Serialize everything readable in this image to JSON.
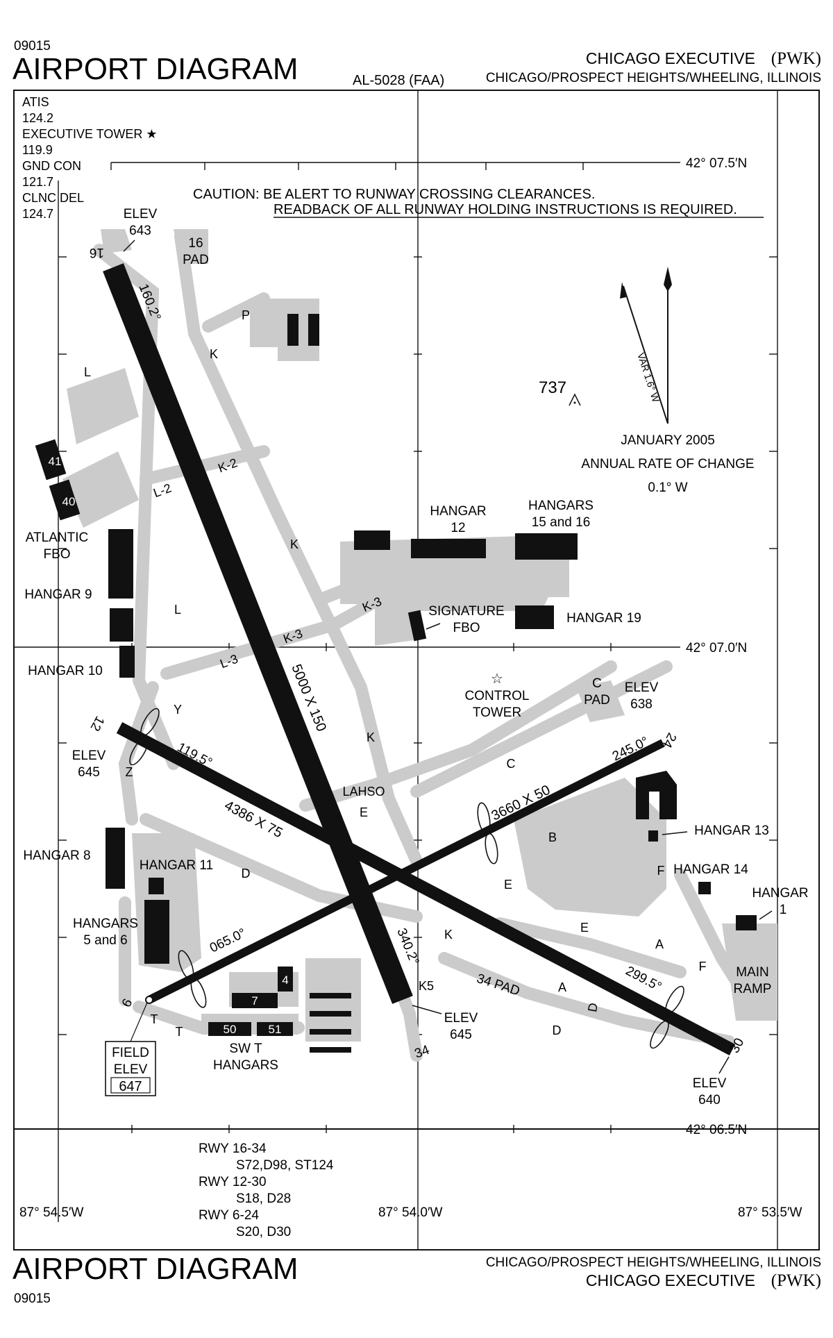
{
  "header": {
    "chart_id": "09015",
    "title": "AIRPORT DIAGRAM",
    "al_number": "AL-5028 (FAA)",
    "airport_name": "CHICAGO EXECUTIVE",
    "airport_code": "(PWK)",
    "location": "CHICAGO/PROSPECT HEIGHTS/WHEELING, ILLINOIS"
  },
  "footer": {
    "title": "AIRPORT DIAGRAM",
    "chart_id": "09015",
    "location": "CHICAGO/PROSPECT HEIGHTS/WHEELING, ILLINOIS",
    "airport_name": "CHICAGO EXECUTIVE",
    "airport_code": "(PWK)"
  },
  "frequencies": [
    {
      "name": "ATIS",
      "value": "124.2"
    },
    {
      "name": "EXECUTIVE TOWER ★",
      "value": "119.9"
    },
    {
      "name": "GND CON",
      "value": "121.7"
    },
    {
      "name": "CLNC DEL",
      "value": "124.7"
    }
  ],
  "caution": {
    "line1": "CAUTION: BE ALERT TO RUNWAY CROSSING CLEARANCES.",
    "line2": "READBACK OF ALL RUNWAY HOLDING INSTRUCTIONS IS REQUIRED."
  },
  "coordinates": {
    "lat_top": "42° 07.5′N",
    "lat_mid": "42° 07.0′N",
    "lat_bottom": "42° 06.5′N",
    "lon_left": "87° 54.5′W",
    "lon_mid": "87° 54.0′W",
    "lon_right": "87° 53.5′W"
  },
  "magvar": {
    "var": "VAR 1.6° W",
    "date": "JANUARY 2005",
    "rate_label": "ANNUAL RATE OF CHANGE",
    "rate_value": "0.1° W"
  },
  "obstacle": {
    "elev": "737"
  },
  "runways": {
    "r16_34": {
      "end_a": "16",
      "end_b": "34",
      "heading_a": "160.2°",
      "heading_b": "340.2°",
      "dims": "5000 X 150"
    },
    "r12_30": {
      "end_a": "12",
      "end_b": "30",
      "heading_a": "119.5°",
      "heading_b": "299.5°",
      "dims": "4386 X 75"
    },
    "r6_24": {
      "end_a": "6",
      "end_b": "24",
      "heading_a": "065.0°",
      "heading_b": "245.0°",
      "dims": "3660 X 50"
    }
  },
  "elevations": {
    "e16_label": "ELEV",
    "e16_value": "643",
    "e12_label": "ELEV",
    "e12_value": "645",
    "e24_label": "ELEV",
    "e24_value": "638",
    "e34_label": "ELEV",
    "e34_value": "645",
    "e30_label": "ELEV",
    "e30_value": "640",
    "field_line1": "FIELD",
    "field_line2": "ELEV",
    "field_value": "647"
  },
  "pads": {
    "p16_line1": "16",
    "p16_line2": "PAD",
    "c_line1": "C",
    "c_line2": "PAD",
    "p34": "34 PAD"
  },
  "taxiways": {
    "P": "P",
    "K_north": "K",
    "K_mid": "K",
    "K_lower": "K",
    "K_south": "K",
    "K2": "K-2",
    "K3a": "K-3",
    "K3b": "K-3",
    "K5": "K5",
    "L_a": "L",
    "L_b": "L",
    "L2": "L-2",
    "L3": "L-3",
    "Y": "Y",
    "Z": "Z",
    "C": "C",
    "B": "B",
    "D_west": "D",
    "E_north": "E",
    "E_mid": "E",
    "E_south": "E",
    "F_a": "F",
    "F_b": "F",
    "A_a": "A",
    "A_b": "A",
    "D_east_a": "D",
    "D_east_b": "D",
    "T_a": "T",
    "T_b": "T",
    "LAHSO": "LAHSO"
  },
  "buildings": {
    "h41": "41",
    "h40": "40",
    "atlantic_1": "ATLANTIC",
    "atlantic_2": "FBO",
    "hangar9": "HANGAR 9",
    "hangar10": "HANGAR 10",
    "hangar12_1": "HANGAR",
    "hangar12_2": "12",
    "hangars1516_1": "HANGARS",
    "hangars1516_2": "15 and 16",
    "signature_1": "SIGNATURE",
    "signature_2": "FBO",
    "hangar19": "HANGAR 19",
    "tower_1": "CONTROL",
    "tower_2": "TOWER",
    "hangar13": "HANGAR 13",
    "hangar14": "HANGAR 14",
    "hangar1_1": "HANGAR",
    "hangar1_2": "1",
    "mainramp_1": "MAIN",
    "mainramp_2": "RAMP",
    "hangar8": "HANGAR 8",
    "hangar11": "HANGAR 11",
    "hangars56_1": "HANGARS",
    "hangars56_2": "5 and 6",
    "h4": "4",
    "h7": "7",
    "h50": "50",
    "h51": "51",
    "swt_1": "SW T",
    "swt_2": "HANGARS"
  },
  "strengths": [
    {
      "rwy": "RWY 16-34",
      "values": "S72,D98, ST124"
    },
    {
      "rwy": "RWY 12-30",
      "values": "S18, D28"
    },
    {
      "rwy": "RWY 6-24",
      "values": "S20, D30"
    }
  ],
  "colors": {
    "ink": "#111111",
    "taxi": "#cbcbcb",
    "paper": "#ffffff"
  }
}
